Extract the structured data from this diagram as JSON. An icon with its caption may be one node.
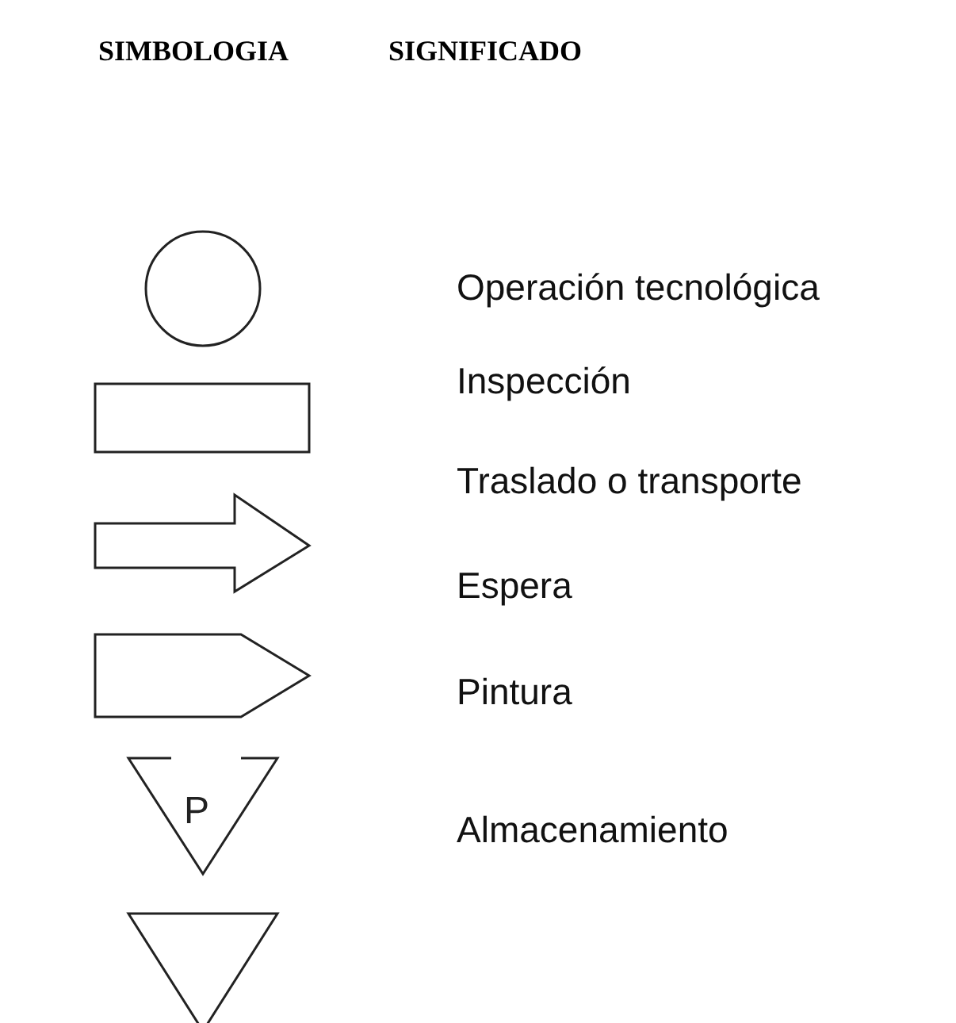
{
  "diagram": {
    "labels": [
      "SIMBOLOGIA",
      "SIGNIFICADO",
      "Operación tecnológica",
      "Inspección",
      "Traslado o transporte",
      "Espera",
      "Pintura",
      "Almacenamiento"
    ],
    "nodes": [
      {
        "text": [],
        "shape": "circle"
      },
      {
        "text": [],
        "shape": "box"
      },
      {
        "text": [],
        "shape": "arrow"
      },
      {
        "text": [],
        "shape": "pentagon"
      },
      {
        "text": [
          "P"
        ]
      },
      {
        "text": [],
        "shape": "triangle"
      }
    ]
  }
}
